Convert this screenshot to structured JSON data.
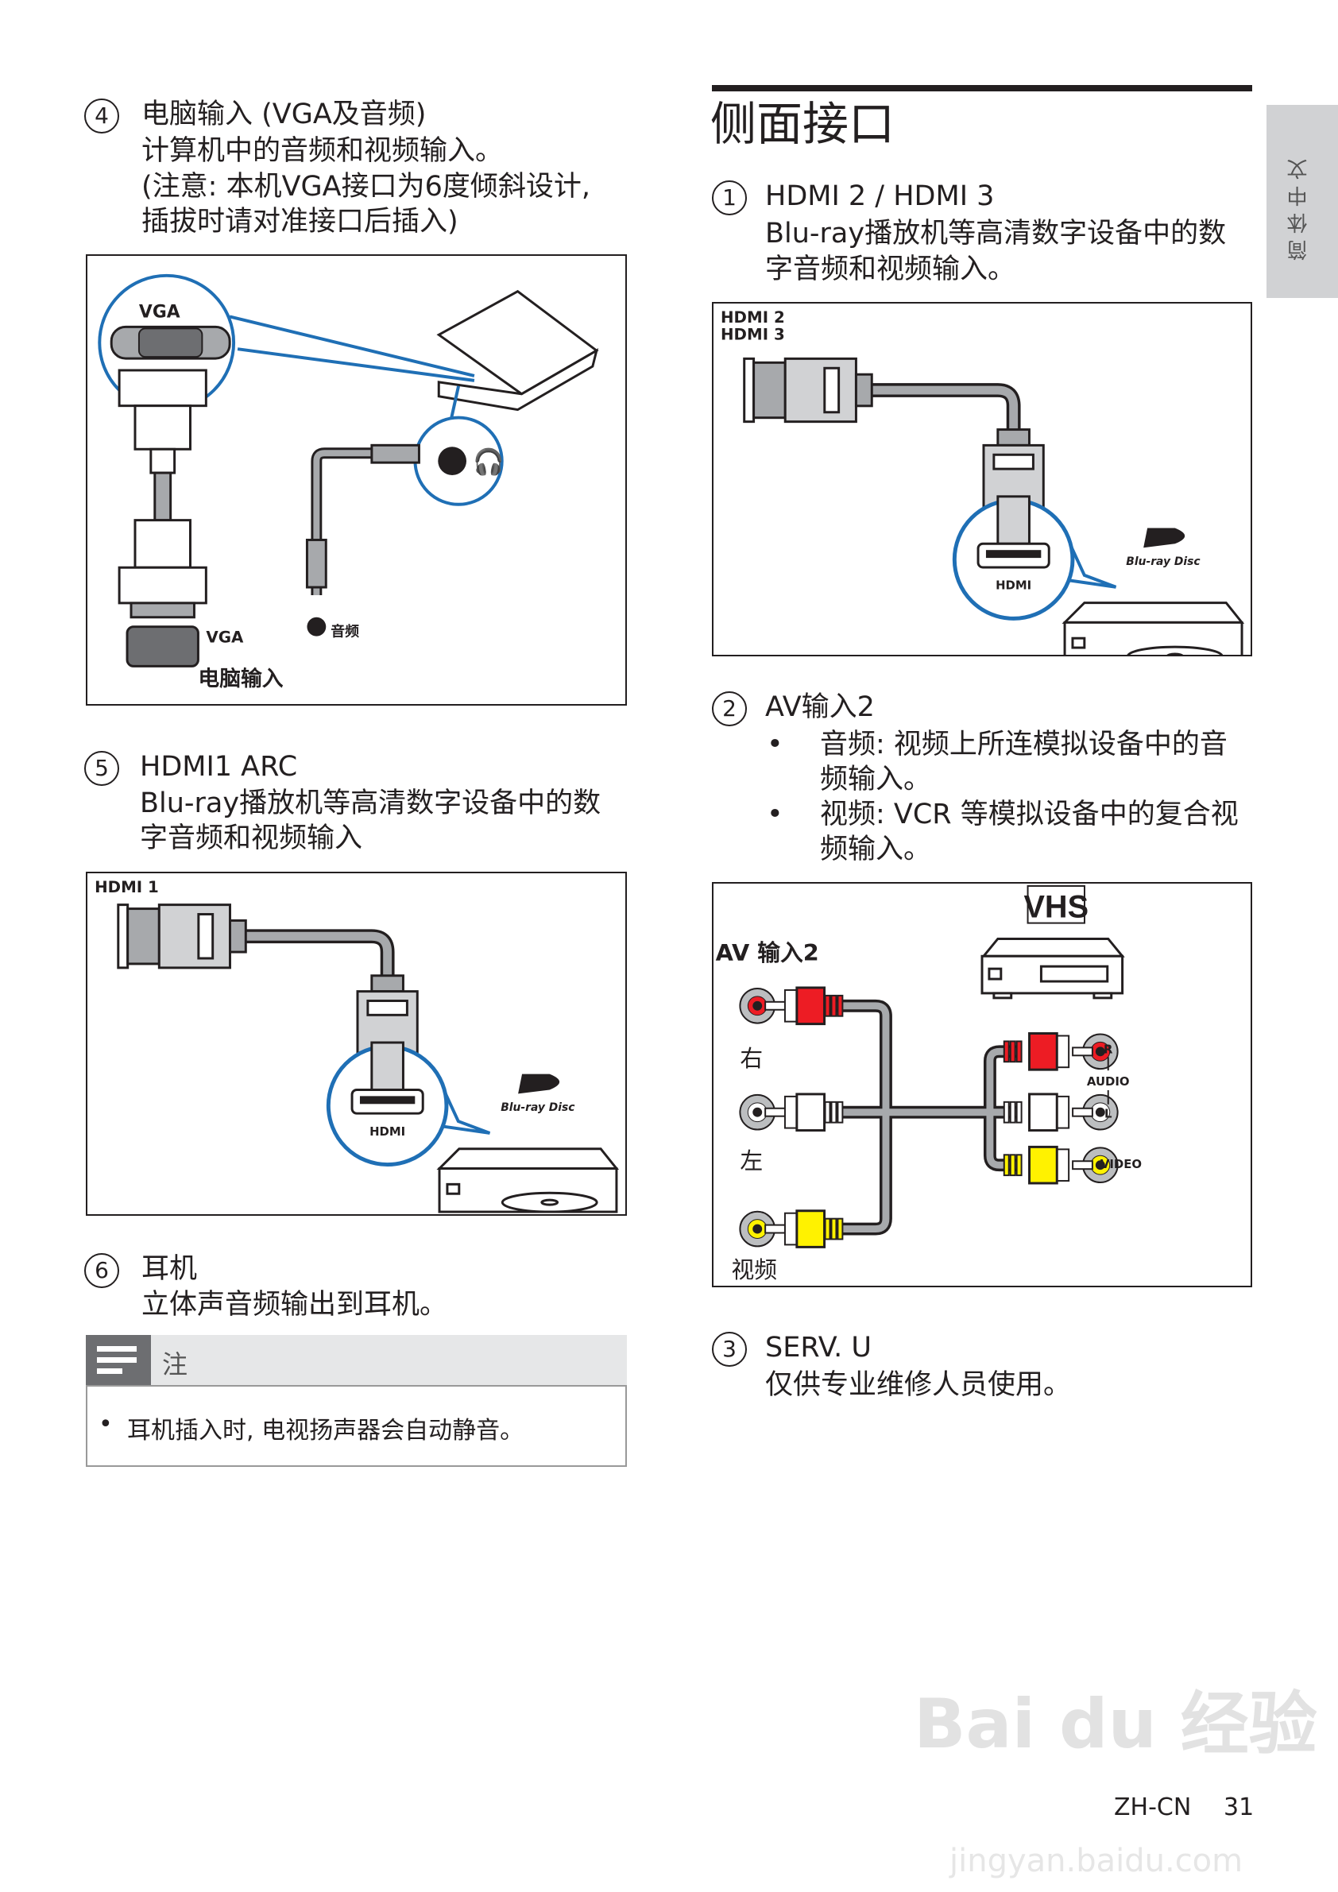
{
  "left": {
    "item4": {
      "number": "4",
      "title": "电脑输入 (VGA及音频)",
      "lines": [
        "计算机中的音频和视频输入。",
        "(注意: 本机VGA接口为6度倾斜设计,",
        "插拔时请对准接口后插入)"
      ]
    },
    "diagram1": {
      "vga_top": "VGA",
      "vga_bottom": "VGA",
      "audio": "音频",
      "caption": "电脑输入"
    },
    "item5": {
      "number": "5",
      "title": "HDMI1 ARC",
      "lines": [
        "Blu-ray播放机等高清数字设备中的数",
        "字音频和视频输入"
      ]
    },
    "diagram2": {
      "port_label": "HDMI 1",
      "plug_label": "HDMI",
      "logo": "Blu-ray Disc"
    },
    "item6": {
      "number": "6",
      "title": "耳机",
      "lines": [
        "立体声音频输出到耳机。"
      ]
    },
    "note": {
      "title": "注",
      "bullet": "•",
      "text": "耳机插入时, 电视扬声器会自动静音。"
    }
  },
  "right": {
    "section_title": "侧面接口",
    "item1": {
      "number": "1",
      "title": "HDMI 2 / HDMI 3",
      "lines": [
        "Blu-ray播放机等高清数字设备中的数",
        "字音频和视频输入。"
      ]
    },
    "diagram3": {
      "port_label_1": "HDMI 2",
      "port_label_2": "HDMI 3",
      "plug_label": "HDMI",
      "logo": "Blu-ray Disc"
    },
    "item2": {
      "number": "2",
      "title": "AV输入2",
      "bullets": [
        {
          "lines": [
            "音频: 视频上所连模拟设备中的音",
            "频输入。"
          ]
        },
        {
          "lines": [
            "视频: VCR 等模拟设备中的复合视",
            "频输入。"
          ]
        }
      ]
    },
    "diagram4": {
      "logo": "VHS",
      "input_label": "AV 输入2",
      "right": "右",
      "left": "左",
      "video": "视频",
      "r": "R",
      "audio": "AUDIO",
      "l": "L",
      "video_out": "VIDEO"
    },
    "item3": {
      "number": "3",
      "title": "SERV. U",
      "lines": [
        "仅供专业维修人员使用。"
      ]
    }
  },
  "side_tab": "简体中文",
  "footer": {
    "lang": "ZH-CN",
    "page": "31"
  },
  "watermark": {
    "brand": "Bai du 经验",
    "url": "jingyan.baidu.com"
  },
  "colors": {
    "blue": "#1f6fb5",
    "red": "#ed1c24",
    "yellow": "#fff200",
    "gray": "#a7a9ac",
    "tab": "#d1d2d4"
  }
}
